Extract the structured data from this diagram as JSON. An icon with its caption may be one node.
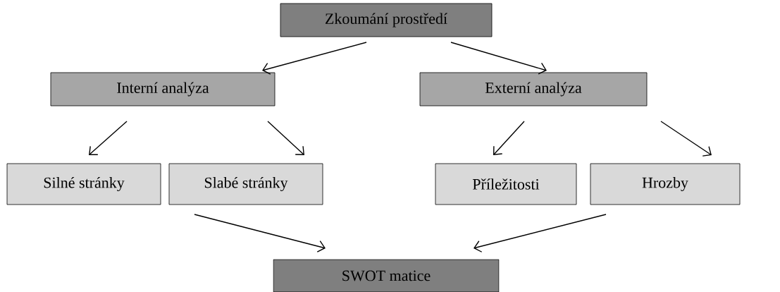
{
  "diagram": {
    "nodes": [
      {
        "text": [
          "Zkoumání prostředí"
        ]
      },
      {
        "text": [
          "Interní analýza"
        ]
      },
      {
        "text": [
          "Externí analýza"
        ]
      },
      {
        "text": [
          "Silné stránky"
        ]
      },
      {
        "text": [
          "Slabé stránky"
        ]
      },
      {
        "text": [
          "Příležitosti"
        ]
      },
      {
        "text": [
          "Hrozby"
        ]
      },
      {
        "text": [
          "SWOT matice"
        ]
      }
    ],
    "edges": [
      {
        "from": 0,
        "to": 1,
        "arrow": "to"
      },
      {
        "from": 0,
        "to": 2,
        "arrow": "to"
      },
      {
        "from": 1,
        "to": 3,
        "arrow": "to"
      },
      {
        "from": 1,
        "to": 4,
        "arrow": "to"
      },
      {
        "from": 2,
        "to": 5,
        "arrow": "to"
      },
      {
        "from": 2,
        "to": 6,
        "arrow": "to"
      },
      {
        "from": 4,
        "to": 7,
        "arrow": "to"
      },
      {
        "from": 6,
        "to": 7,
        "arrow": "to"
      }
    ]
  }
}
